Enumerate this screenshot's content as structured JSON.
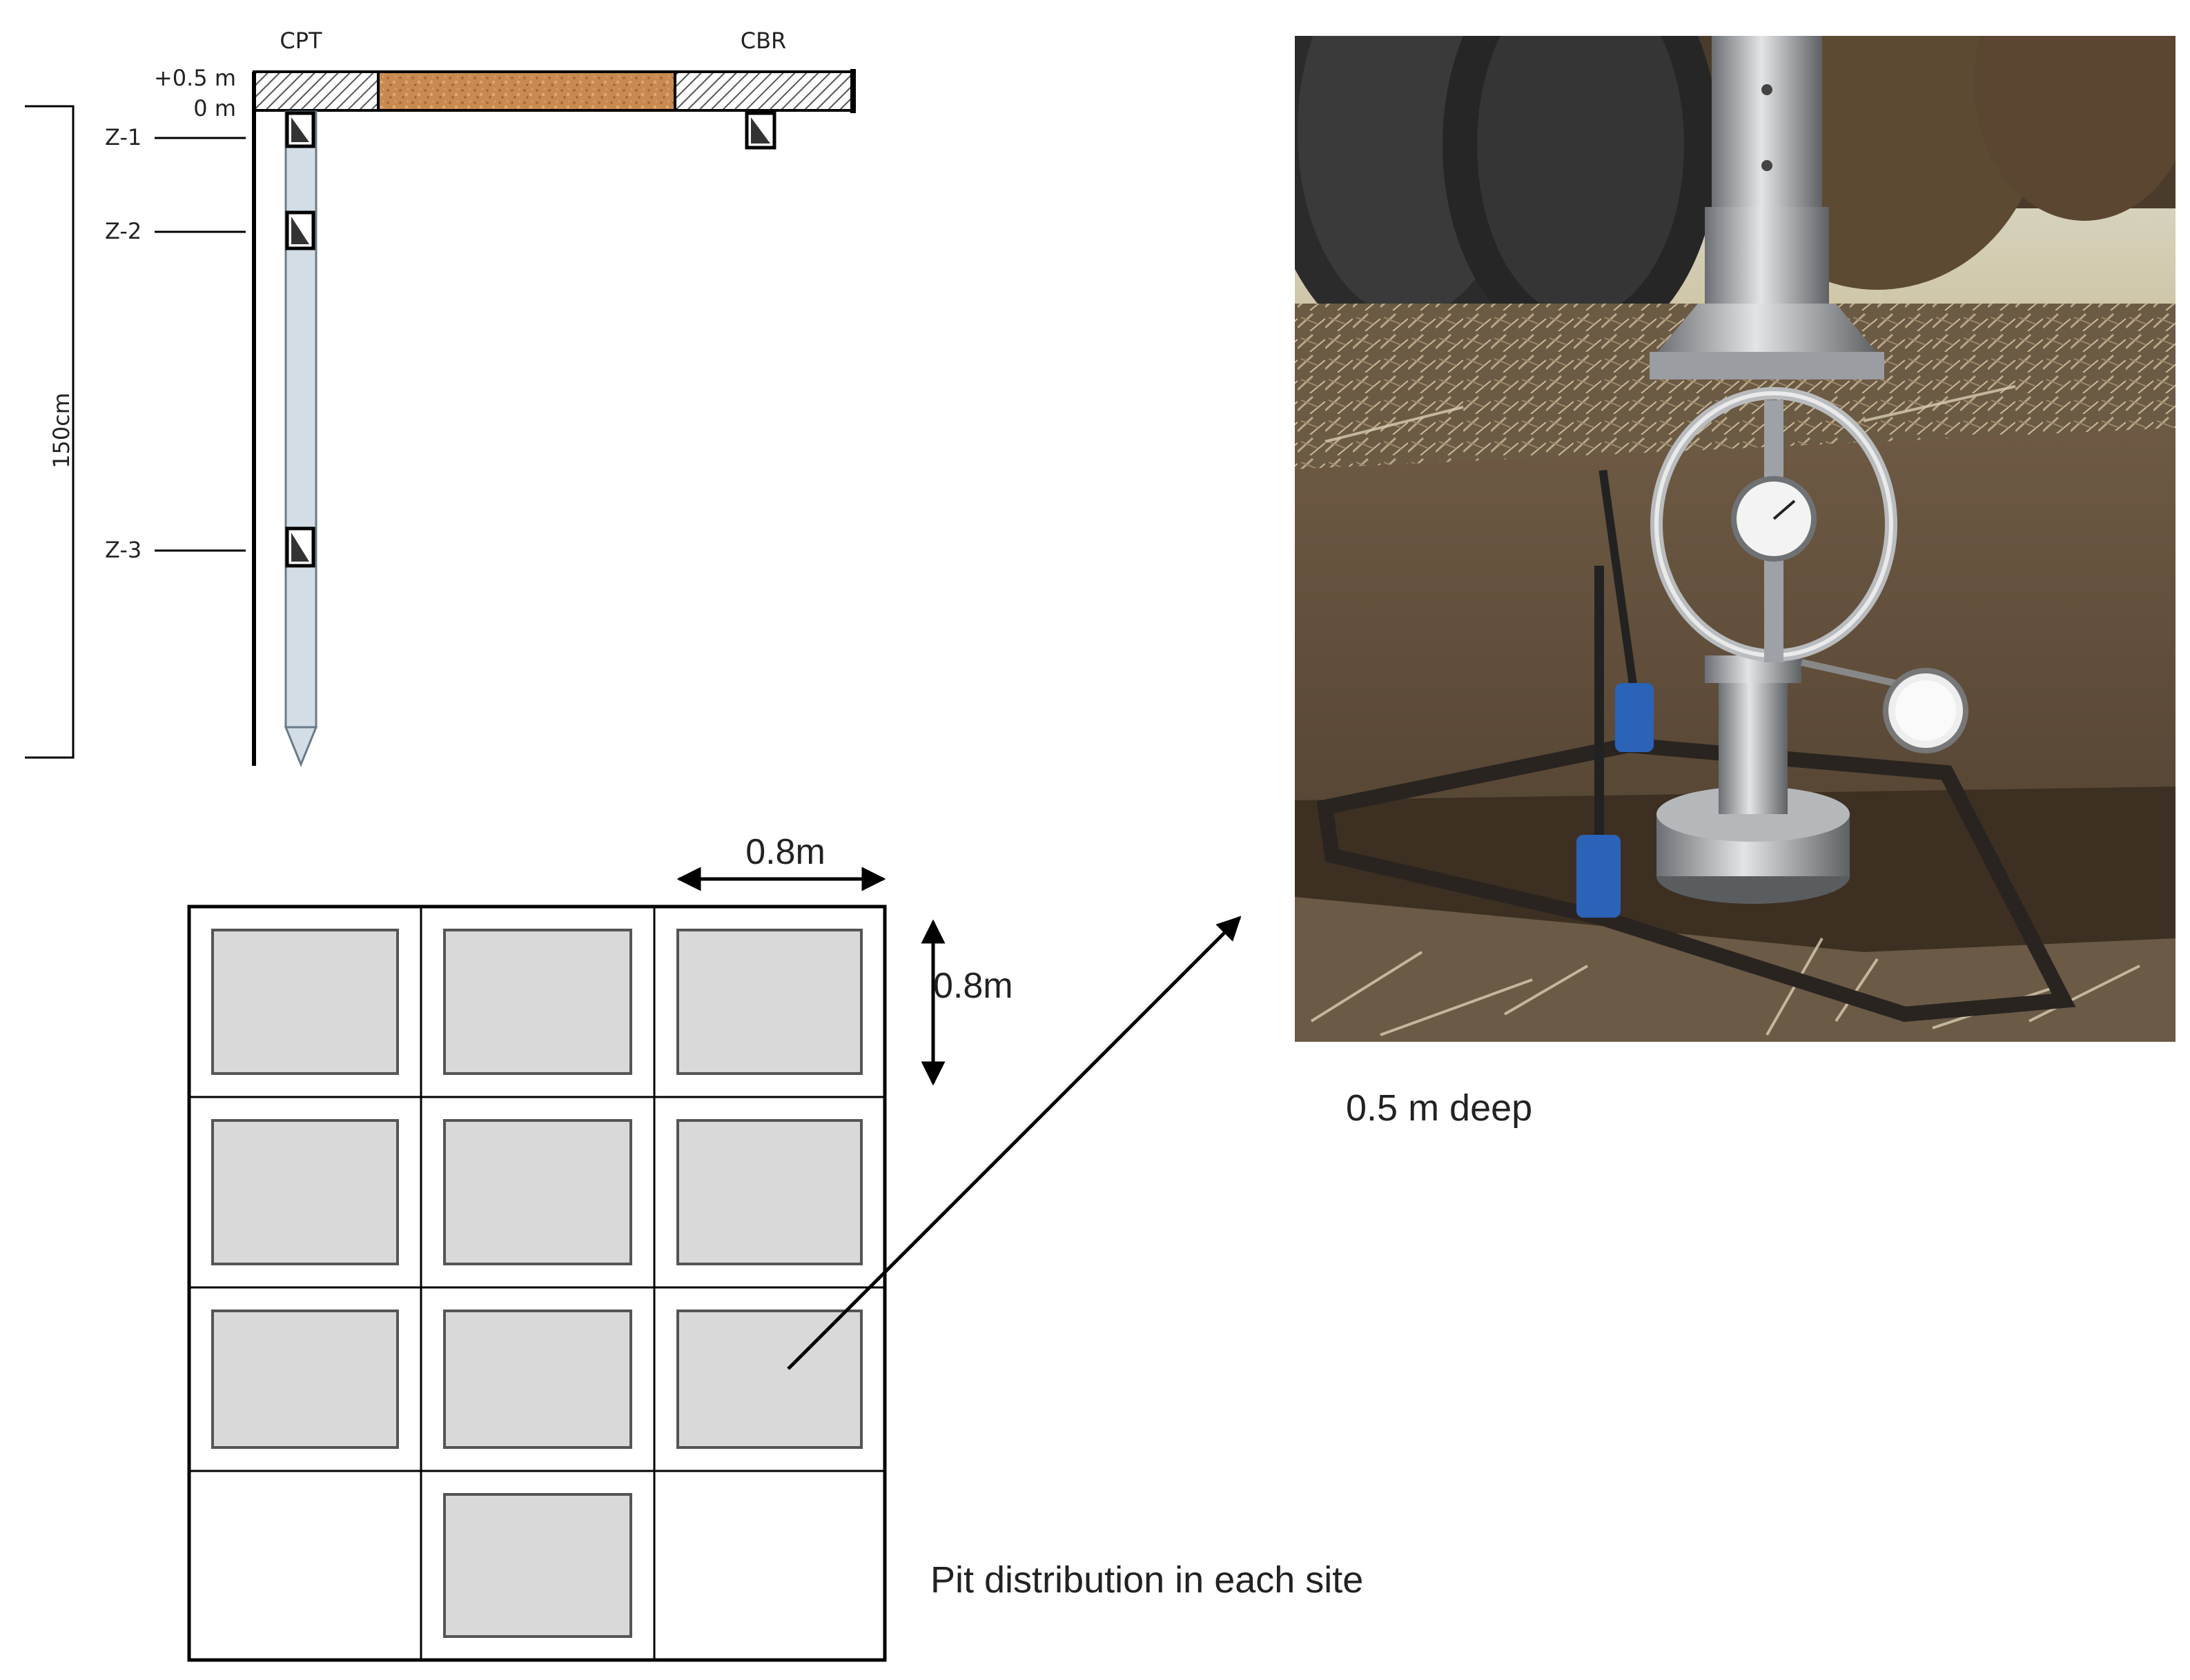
{
  "cpt_label": "CPT",
  "cbr_label": "CBR",
  "level_top": "+0.5 m",
  "level_zero": "0 m",
  "depth_total": "150cm",
  "zones": [
    "Z-1",
    "Z-2",
    "Z-3"
  ],
  "dim_width": "0.8m",
  "dim_height": "0.8m",
  "pit_depth_caption": "0.5 m deep",
  "pit_grid_caption": "Pit distribution in each site",
  "pit_grid": {
    "rows": 4,
    "cols": 3,
    "filled": [
      [
        true,
        true,
        true
      ],
      [
        true,
        true,
        true
      ],
      [
        true,
        true,
        true
      ],
      [
        false,
        true,
        false
      ]
    ]
  },
  "colors": {
    "soil_layer": "#c98a52",
    "probe": "#d2dde6",
    "pit": "#d9d9d9",
    "hatch": "#555555"
  }
}
